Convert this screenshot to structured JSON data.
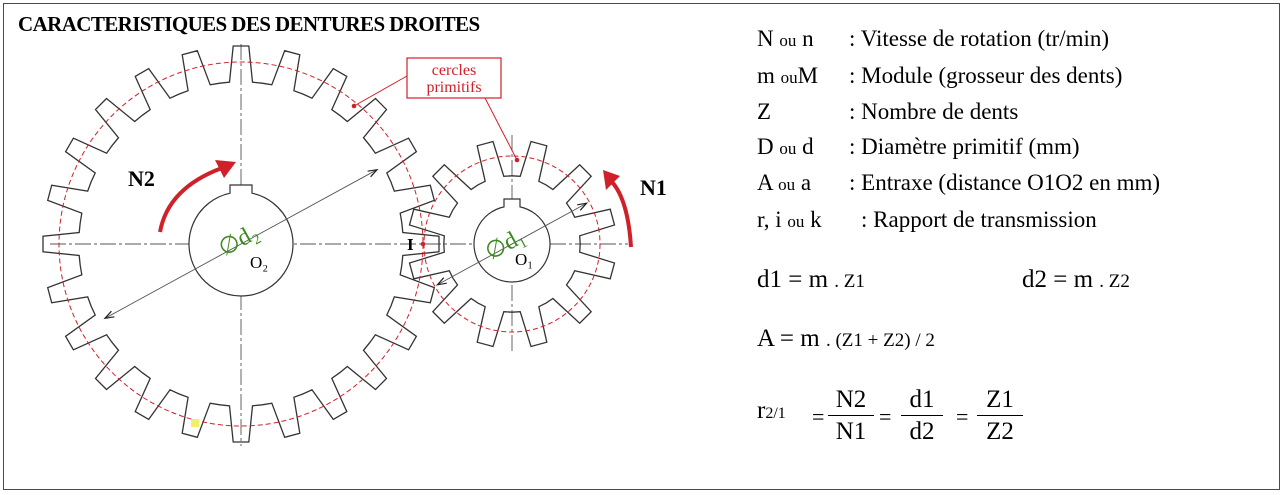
{
  "title": "CARACTERISTIQUES DES DENTURES DROITES",
  "legend": [
    {
      "sym_a": "N",
      "ou": "ou",
      "sym_b": "n",
      "desc": ": Vitesse de rotation (tr/min)"
    },
    {
      "sym_a": "m",
      "ou": "ou",
      "sym_b": "M",
      "desc": ": Module (grosseur des dents)"
    },
    {
      "sym_a": "Z",
      "ou": "",
      "sym_b": "",
      "desc": ": Nombre de dents"
    },
    {
      "sym_a": "D",
      "ou": "ou",
      "sym_b": "d",
      "desc": ": Diamètre primitif (mm)"
    },
    {
      "sym_a": "A",
      "ou": "ou",
      "sym_b": "a",
      "desc": ": Entraxe (distance O1O2 en mm)"
    },
    {
      "sym_a": "r, i",
      "ou": "ou",
      "sym_b": "k",
      "desc": ": Rapport de transmission"
    }
  ],
  "formulas": {
    "d1": {
      "lhs": "d1 = m",
      "rhs": ". Z1"
    },
    "d2": {
      "lhs": "d2 = m",
      "rhs": ". Z2"
    },
    "A": {
      "lhs": "A = m",
      "rhs": ". (Z1 + Z2) / 2"
    },
    "ratio": {
      "r": "r",
      "r_sub": "2/1",
      "eq1": "=",
      "eq2": "=",
      "eq3": "=",
      "f1_num": "N2",
      "f1_den": "N1",
      "f2_num": "d1",
      "f2_den": "d2",
      "f3_num": "Z1",
      "f3_den": "Z2"
    }
  },
  "diagram": {
    "callout": "cercles primitifs",
    "callout_line1": "cercles",
    "callout_line2": "primitifs",
    "label_N2": "N2",
    "label_N1": "N1",
    "label_O2": "O₂",
    "label_O1": "O₁",
    "label_I": "I",
    "label_d2": "∅d₂",
    "label_d1": "∅d₁",
    "colors": {
      "pitch_circle": "#d0202a",
      "arrow": "#d0202a",
      "diameter_label": "#3a8a1e",
      "gear": "#333333",
      "centerline": "#555555"
    }
  }
}
